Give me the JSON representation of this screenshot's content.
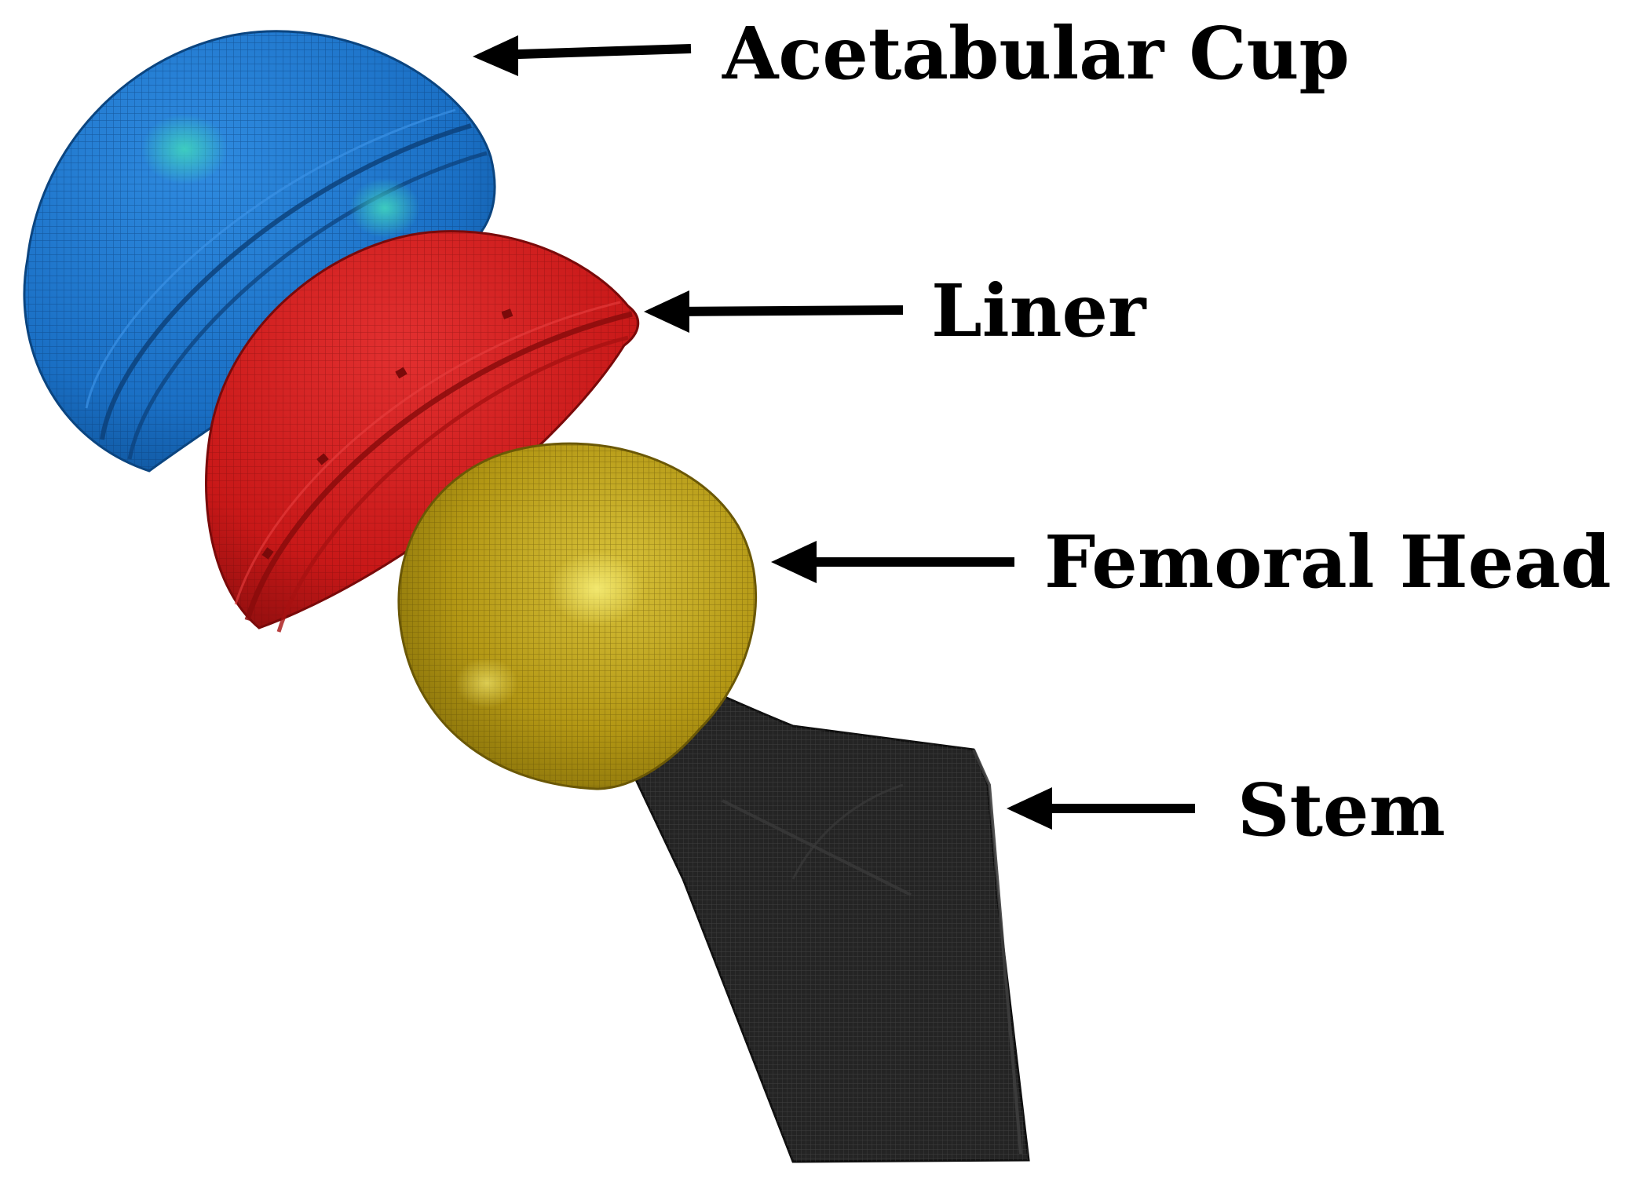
{
  "labels": {
    "cup": "Acetabular Cup",
    "liner": "Liner",
    "head": "Femoral Head",
    "stem": "Stem"
  },
  "colors": {
    "cup": "#1a6fc4",
    "cup_highlight": "#38c7b9",
    "liner": "#d11d1d",
    "head": "#b89a16",
    "head_highlight": "#ece46a",
    "stem": "#242424",
    "arrow": "#000000",
    "background": "#ffffff"
  }
}
